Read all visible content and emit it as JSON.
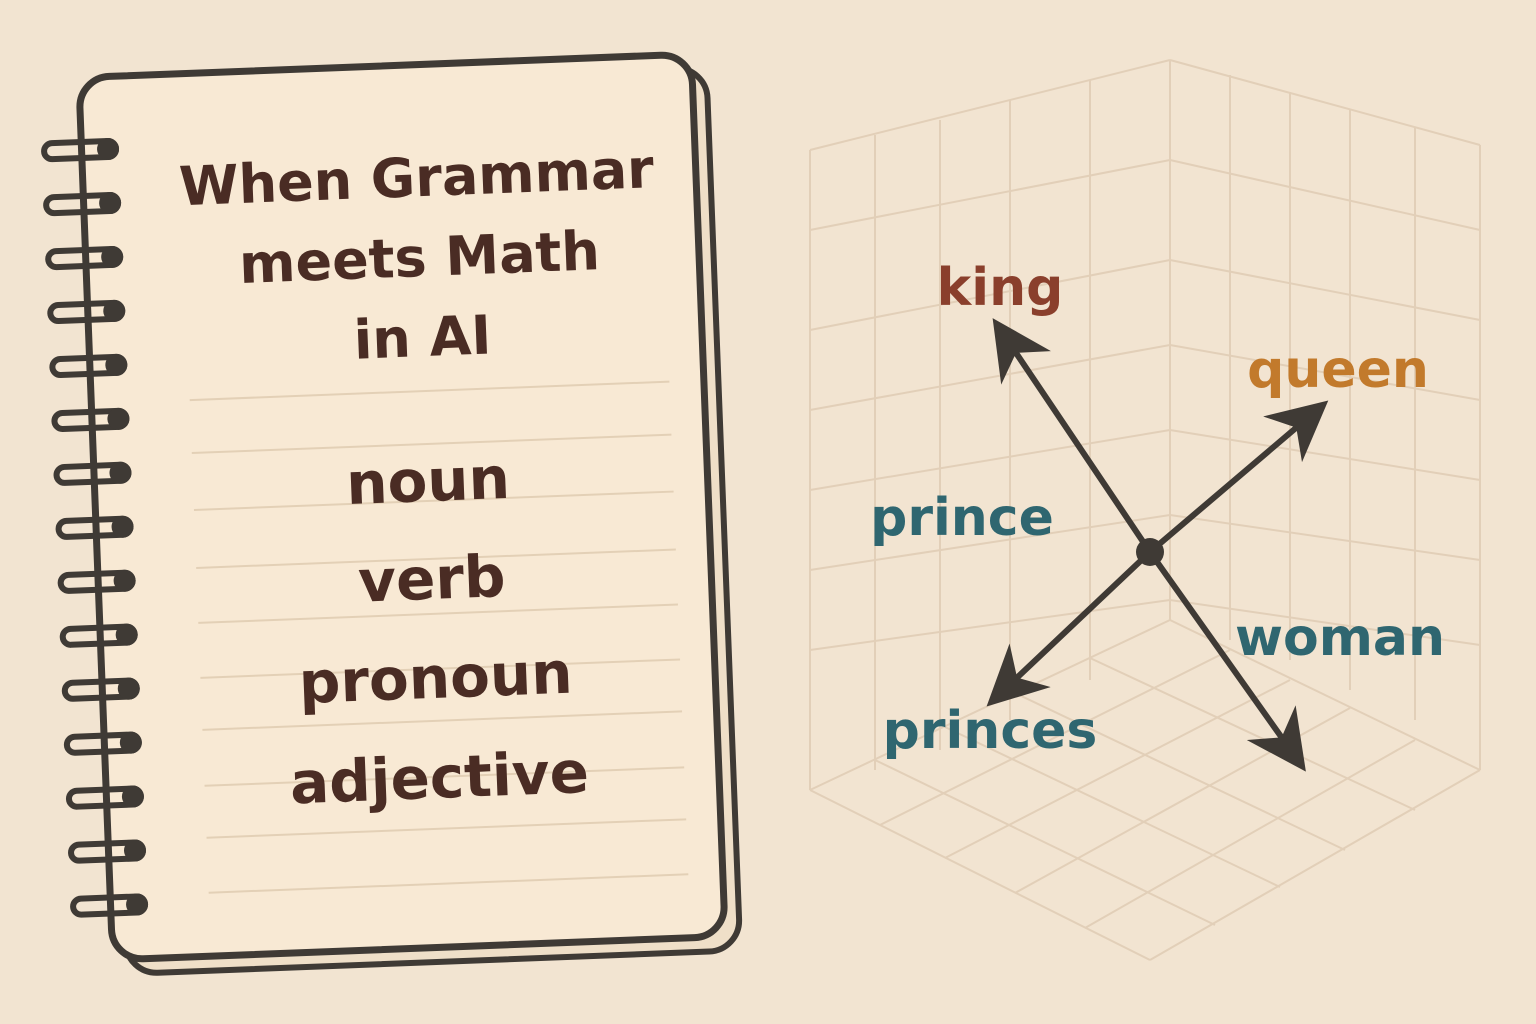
{
  "notebook": {
    "title_lines": [
      "When Grammar",
      "meets Math",
      "in AI"
    ],
    "words": [
      "noun",
      "verb",
      "pronoun",
      "adjective"
    ]
  },
  "vector_space": {
    "labels": {
      "king": "king",
      "queen": "queen",
      "prince": "prince",
      "princes": "princes",
      "woman": "woman"
    }
  },
  "colors": {
    "background": "#f2e4d1",
    "ink": "#3f3a35",
    "text_dark": "#4a2c24",
    "king": "#8a3f2c",
    "queen": "#c27a2c",
    "teal": "#2f6670",
    "grid": "#e2cfb8"
  }
}
